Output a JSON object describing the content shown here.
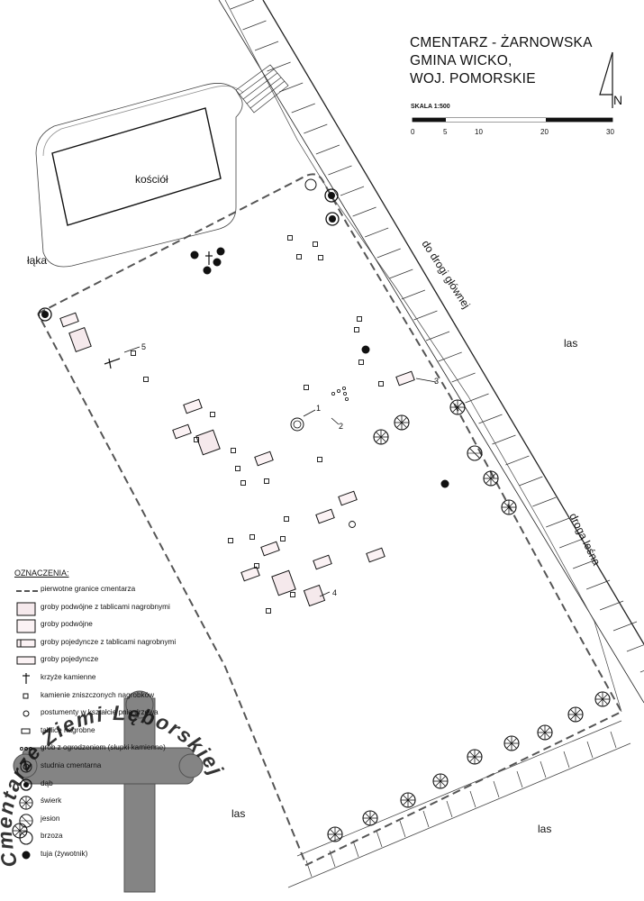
{
  "title": [
    "CMENTARZ - ŻARNOWSKA",
    "GMINA WICKO,",
    "WOJ. POMORSKIE"
  ],
  "north_label": "N",
  "scale": {
    "label": "SKALA 1:500",
    "ticks": [
      "0",
      "5",
      "10",
      "20",
      "30"
    ]
  },
  "labels": {
    "church": "kościół",
    "meadow": "łąka",
    "forest_right": "las",
    "forest_bottom": "las",
    "forest_left": "las",
    "to_main_road": "do drogi głównej",
    "forest_road": "droga leśna"
  },
  "numbers": [
    "1",
    "2",
    "3",
    "4",
    "5"
  ],
  "legend": {
    "title": "OZNACZENIA:",
    "items": [
      {
        "symbol": "dashed-line",
        "text": "pierwotne granice cmentarza"
      },
      {
        "symbol": "double-grave-plaque",
        "text": "groby podwójne z tablicami nagrobnymi"
      },
      {
        "symbol": "double-grave",
        "text": "groby podwójne"
      },
      {
        "symbol": "single-grave-plaque",
        "text": "groby pojedyncze z tablicami nagrobnymi"
      },
      {
        "symbol": "single-grave",
        "text": "groby pojedyncze"
      },
      {
        "symbol": "cross",
        "text": "krzyże kamienne"
      },
      {
        "symbol": "small-square",
        "text": "kamienie zniszczonych nagrobków"
      },
      {
        "symbol": "small-circle",
        "text": "postumenty w kształcie pnia drzewa"
      },
      {
        "symbol": "plaque",
        "text": "tablice nagrobne"
      },
      {
        "symbol": "fenced-grave",
        "text": "grób z ogrodzeniem (słupki kamienne)"
      },
      {
        "symbol": "well",
        "text": "studnia cmentarna"
      },
      {
        "symbol": "oak",
        "text": "dąb"
      },
      {
        "symbol": "spruce",
        "text": "świerk"
      },
      {
        "symbol": "ash",
        "text": "jesion"
      },
      {
        "symbol": "birch",
        "text": "brzoza"
      },
      {
        "symbol": "thuja",
        "text": "tuja (żywotnik)"
      }
    ]
  },
  "stamp": {
    "text": "Cmentarze Ziemi Lęborskiej"
  }
}
